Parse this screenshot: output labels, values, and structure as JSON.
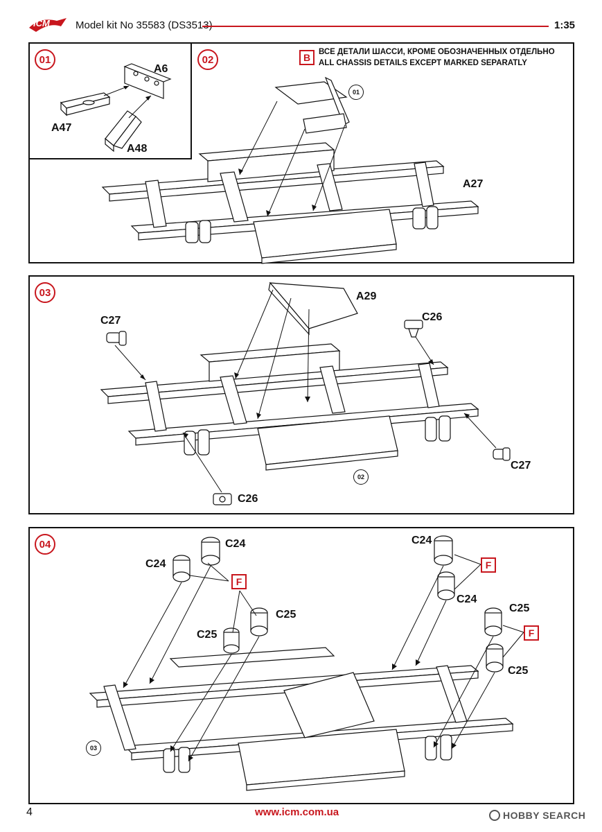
{
  "header": {
    "logo_text": "ICM",
    "kit_title": "Model kit No 35583 (DS3513)",
    "scale": "1:35"
  },
  "steps": {
    "s01": {
      "number": "01",
      "parts": {
        "a6": "A6",
        "a47": "A47",
        "a48": "A48"
      }
    },
    "s02": {
      "number": "02",
      "note_flag": "B",
      "note_ru": "ВСЕ ДЕТАЛИ ШАССИ, КРОМЕ ОБОЗНАЧЕННЫХ ОТДЕЛЬНО",
      "note_en": "ALL CHASSIS DETAILS EXCEPT MARKED SEPARATLY",
      "ref_step": "01",
      "parts": {
        "a27": "A27"
      }
    },
    "s03": {
      "number": "03",
      "ref_step": "02",
      "parts": {
        "a29": "A29",
        "c27_left": "C27",
        "c26_top": "C26",
        "c27_right": "C27",
        "c26_bottom": "C26"
      }
    },
    "s04": {
      "number": "04",
      "ref_step": "03",
      "flag": "F",
      "parts": {
        "c24_a": "C24",
        "c24_b": "C24",
        "c25_a": "C25",
        "c25_b": "C25",
        "c24_c": "C24",
        "c24_d": "C24",
        "c25_c": "C25",
        "c25_d": "C25"
      }
    }
  },
  "footer": {
    "page_number": "4",
    "website": "www.icm.com.ua",
    "watermark": "HOBBY SEARCH"
  },
  "colors": {
    "accent": "#c8161d",
    "line": "#111111"
  }
}
